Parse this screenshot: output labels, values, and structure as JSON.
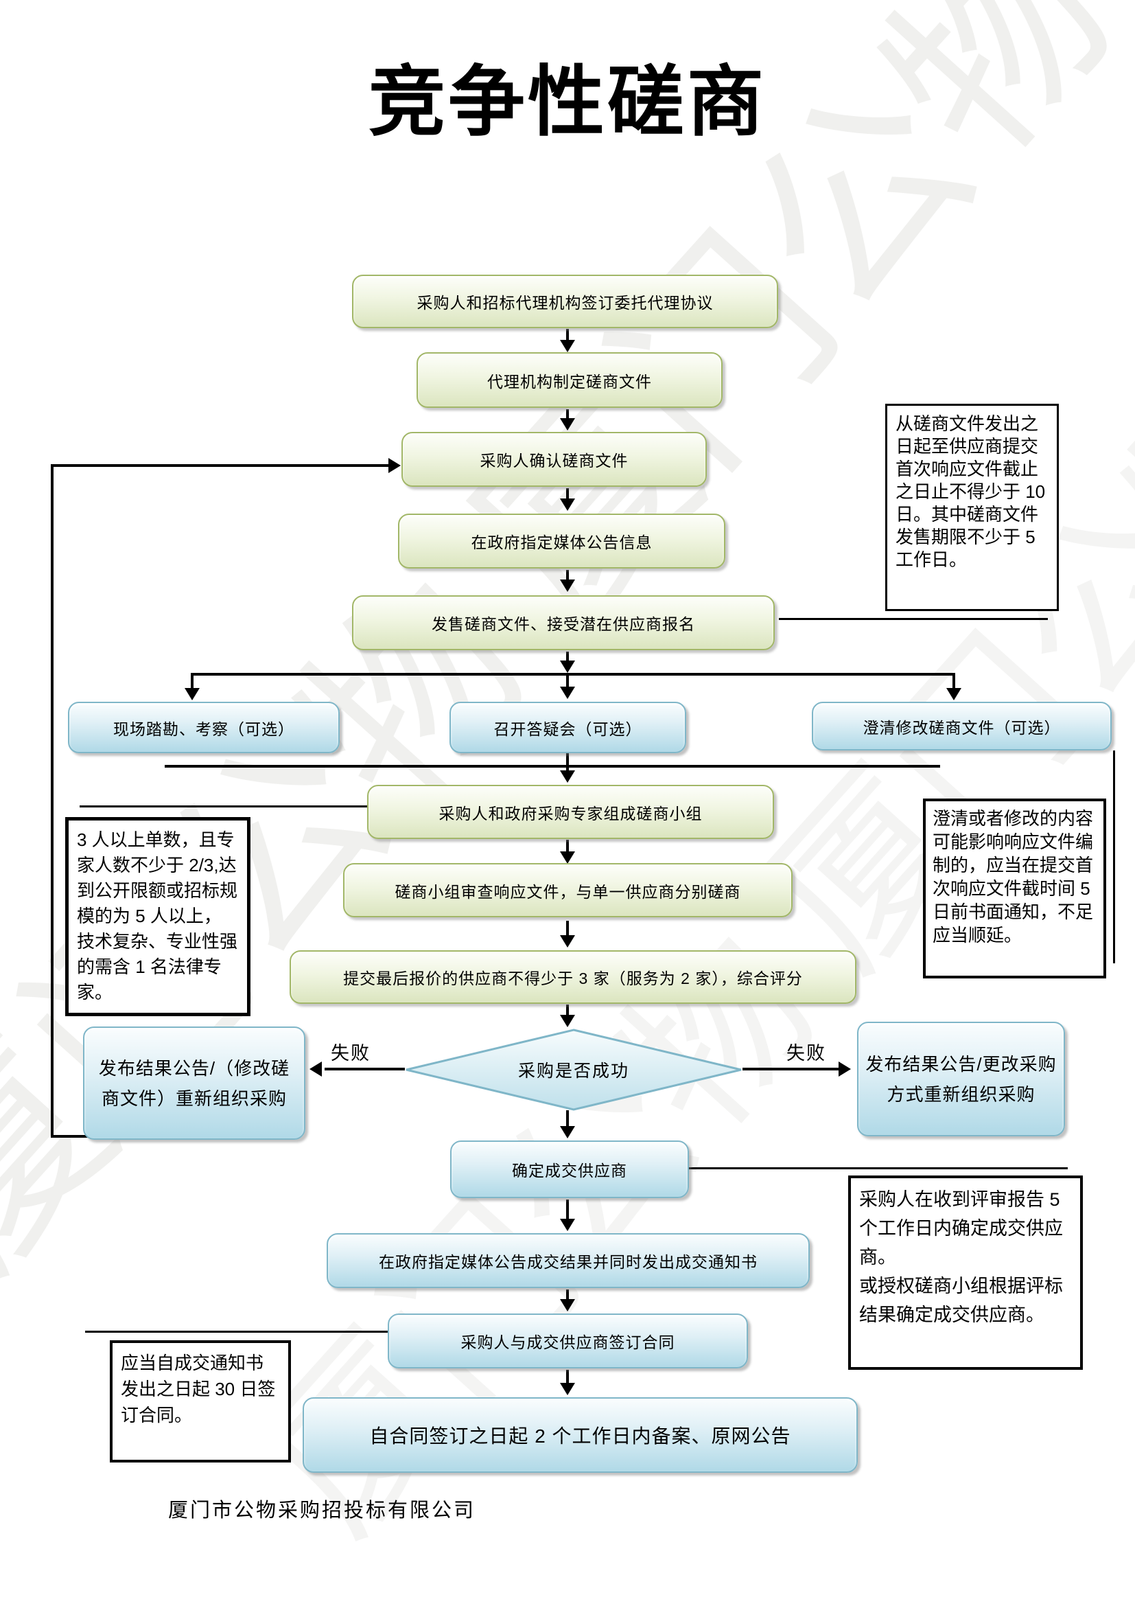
{
  "title": "竞争性磋商",
  "footer": "厦门市公物采购招投标有限公司",
  "watermark": "厦门公物 厦门公物",
  "colors": {
    "green_box_border": "#a2b768",
    "green_box_fill": "#dbe5bf",
    "blue_box_border": "#7fb6c8",
    "blue_box_fill": "#b0d9e7",
    "line": "#000000",
    "note_border": "#000000"
  },
  "labels": {
    "fail_left": "失败",
    "fail_right": "失败"
  },
  "nodes": {
    "sign_agency_agreement": "采购人和招标代理机构签订委托代理协议",
    "agency_prepares_docs": "代理机构制定磋商文件",
    "purchaser_confirms_docs": "采购人确认磋商文件",
    "announce_info": "在政府指定媒体公告信息",
    "sell_docs": "发售磋商文件、接受潜在供应商报名",
    "site_survey": "现场踏勘、考察（可选）",
    "qa_meeting": "召开答疑会（可选）",
    "clarify_modify": "澄清修改磋商文件（可选）",
    "form_team": "采购人和政府采购专家组成磋商小组",
    "review_response": "磋商小组审查响应文件，与单一供应商分别磋商",
    "final_quote": "提交最后报价的供应商不得少于 3 家（服务为 2 家），综合评分",
    "decision": "采购是否成功",
    "fail_left_box": "发布结果公告/（修改磋商文件）重新组织采购",
    "fail_right_box": "发布结果公告/更改采购方式重新组织采购",
    "confirm_supplier": "确定成交供应商",
    "announce_result": "在政府指定媒体公告成交结果并同时发出成交通知书",
    "sign_contract": "采购人与成交供应商签订合同",
    "filing": "自合同签订之日起 2 个工作日内备案、原网公告"
  },
  "notes": {
    "doc_period": "从磋商文件发出之日起至供应商提交首次响应文件截止之日止不得少于 10 日。其中磋商文件发售期限不少于 5 工作日。",
    "team_rule": "3 人以上单数，且专家人数不少于 2/3,达到公开限额或招标规模的为 5 人以上，技术复杂、专业性强的需含 1 名法律专家。",
    "clarify_rule": "澄清或者修改的内容可能影响响应文件编制的，应当在提交首次响应文件截时间 5 日前书面通知，不足应当顺延。",
    "confirm_rule_1": "采购人在收到评审报告 5 个工作日内确定成交供应商。",
    "confirm_rule_2": "或授权磋商小组根据评标结果确定成交供应商。",
    "contract_rule": "应当自成交通知书发出之日起 30 日签订合同。"
  }
}
